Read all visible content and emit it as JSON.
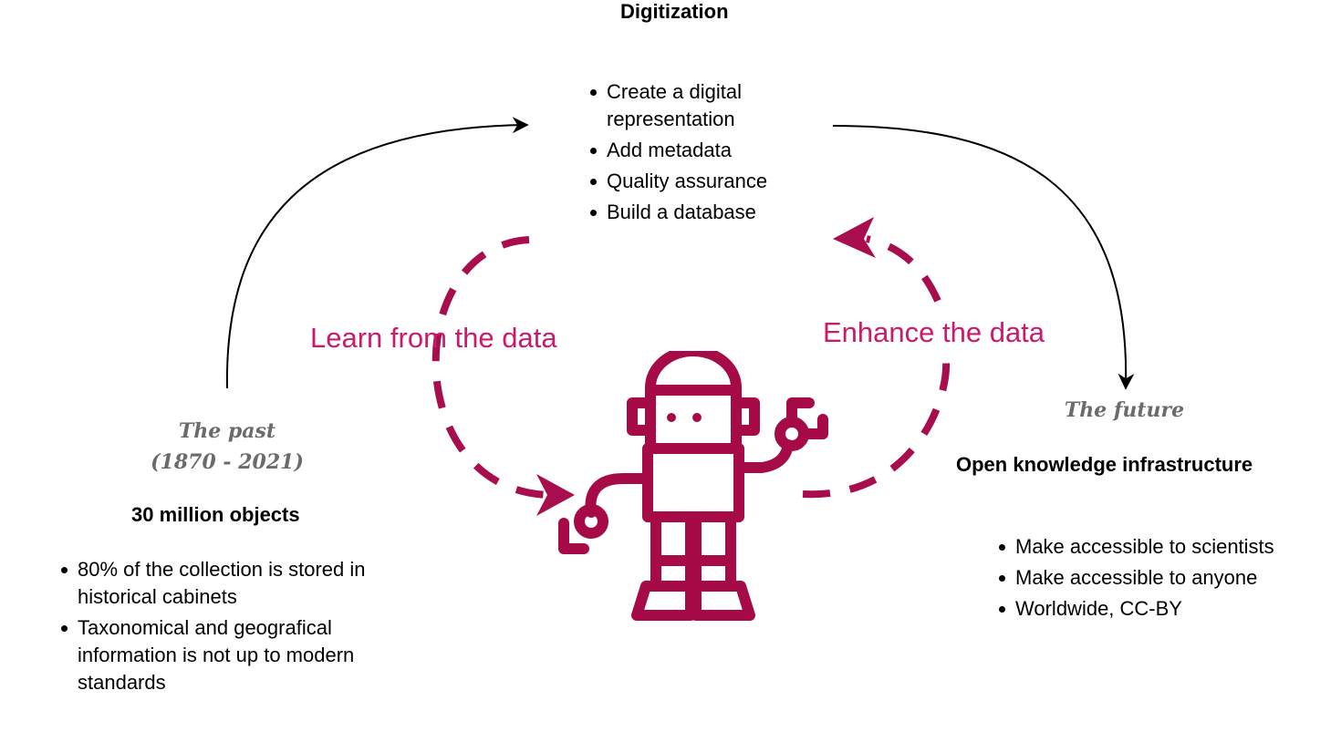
{
  "digitization": {
    "title": "Digitization",
    "items": [
      "Create a digital representation",
      "Add metadata",
      "Quality assurance",
      "Build a database"
    ]
  },
  "past": {
    "era_label": "The past",
    "era_range": "(1870 - 2021)",
    "title": "30 million objects",
    "items": [
      "80% of the collection is stored in historical cabinets",
      "Taxonomical and geografical information is not up to modern standards"
    ]
  },
  "future": {
    "era_label": "The future",
    "title": "Open knowledge infrastructure",
    "items": [
      "Make accessible to scientists",
      "Make accessible to anyone",
      "Worldwide, CC-BY"
    ]
  },
  "loop": {
    "learn_label": "Learn from the data",
    "enhance_label": "Enhance the data"
  },
  "colors": {
    "accent_text": "#cc1a6b",
    "loop_arrow": "#a80d4e",
    "robot": "#a60b47",
    "era_text": "#6b6b6b"
  },
  "icons": [
    "robot-icon"
  ]
}
